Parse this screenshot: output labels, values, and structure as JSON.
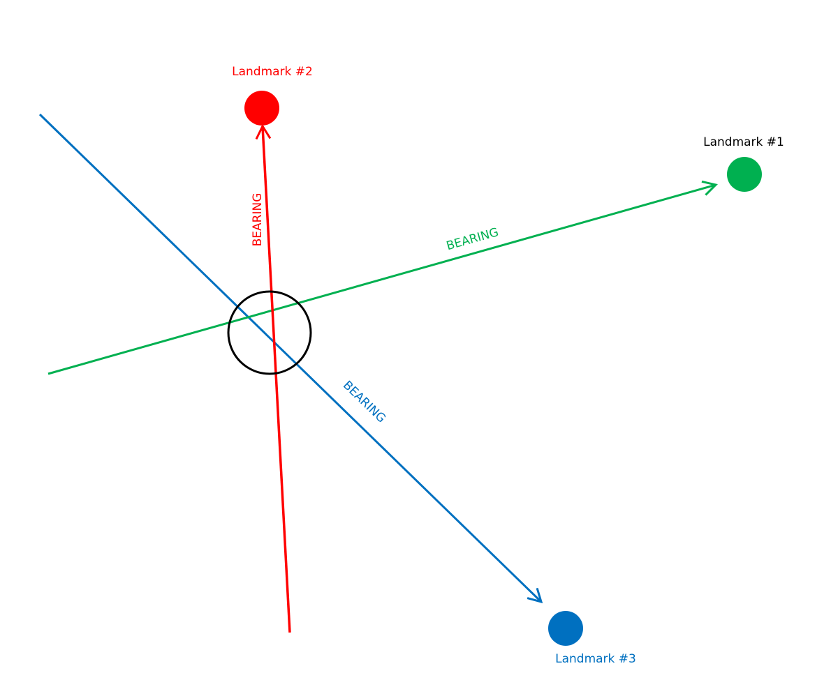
{
  "landmarks": [
    {
      "label": "Landmark #1",
      "color": "#00b050",
      "label_color": "#000000"
    },
    {
      "label": "Landmark #2",
      "color": "#ff0000",
      "label_color": "#ff0000"
    },
    {
      "label": "Landmark #3",
      "color": "#0070c0",
      "label_color": "#0070c0"
    }
  ],
  "bearings": [
    {
      "label": "BEARING",
      "color": "#00b050"
    },
    {
      "label": "BEARING",
      "color": "#ff0000"
    },
    {
      "label": "BEARING",
      "color": "#0070c0"
    }
  ],
  "position_marker_color": "#000000"
}
